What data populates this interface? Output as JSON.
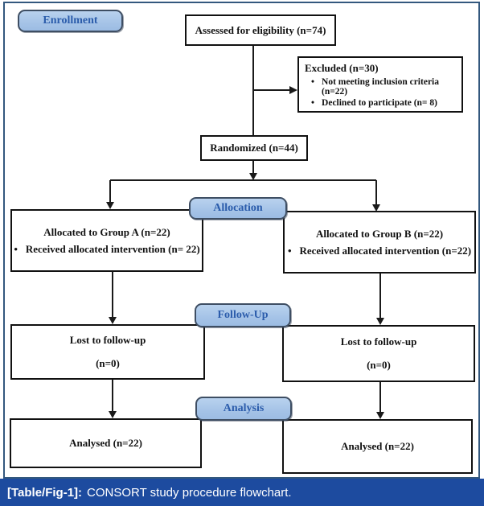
{
  "stage_labels": {
    "enrollment": "Enrollment",
    "allocation": "Allocation",
    "follow_up": "Follow-Up",
    "analysis": "Analysis"
  },
  "flow": {
    "assessed": {
      "text": "Assessed for eligibility (n=74)"
    },
    "excluded": {
      "title": "Excluded (n=30)",
      "bullets": [
        "Not meeting inclusion criteria (n=22)",
        "Declined to participate (n= 8)"
      ]
    },
    "randomized": {
      "text": "Randomized (n=44)"
    },
    "group_a": {
      "title": "Allocated to Group A (n=22)",
      "bullet": "Received allocated intervention (n= 22)"
    },
    "group_b": {
      "title": "Allocated to Group B (n=22)",
      "bullet": "Received allocated intervention (n=22)"
    },
    "follow_up_a": {
      "line1": "Lost to follow-up",
      "line2": "(n=0)"
    },
    "follow_up_b": {
      "line1": "Lost to follow-up",
      "line2": "(n=0)"
    },
    "analysed_a": {
      "text": "Analysed (n=22)"
    },
    "analysed_b": {
      "text": "Analysed (n=22)"
    }
  },
  "caption": {
    "tag": "[Table/Fig-1]:",
    "text": "CONSORT study procedure flowchart."
  },
  "glyphs": {
    "bullet": "•"
  },
  "colors": {
    "stage_fill": "#a9c6e9",
    "stage_border": "#3e4e63",
    "stage_text": "#2b5cab",
    "box_border": "#111111",
    "frame_border": "#33587e",
    "caption_bg": "#1d4b9f",
    "caption_text": "#ffffff",
    "connector": "#1a1a1a"
  }
}
